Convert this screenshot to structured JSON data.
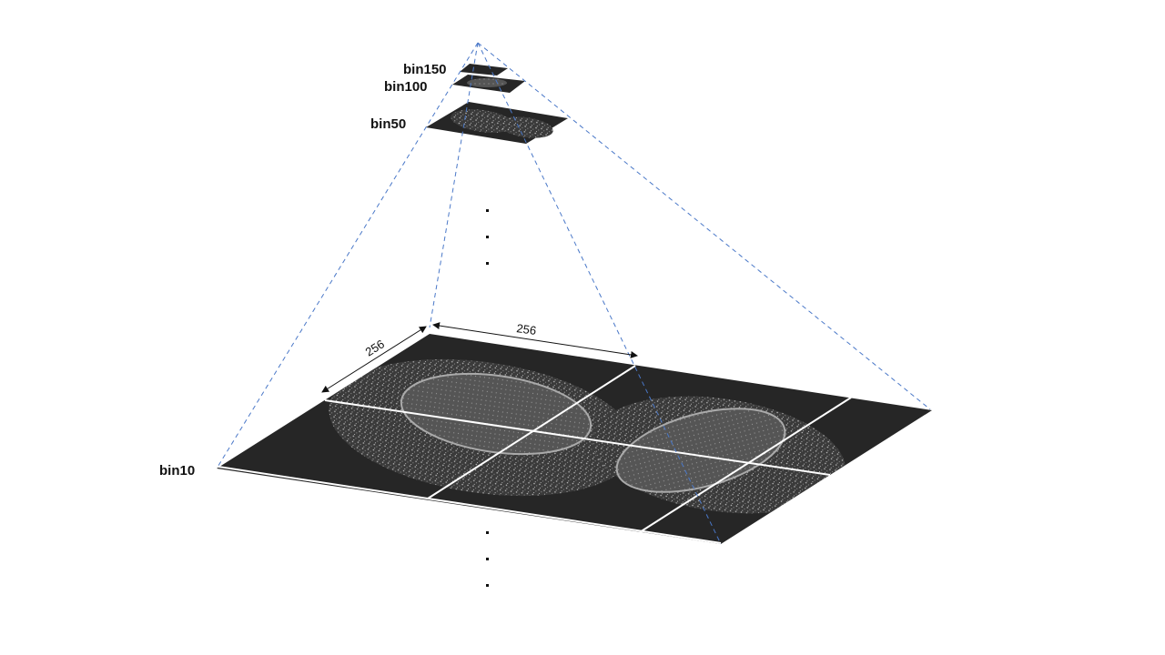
{
  "levels": [
    {
      "label": "bin150"
    },
    {
      "label": "bin100"
    },
    {
      "label": "bin50"
    },
    {
      "label": "bin10"
    }
  ],
  "tile_width": "256",
  "tile_height": "256",
  "colors": {
    "plane": "#262626",
    "dash": "#4a78c8",
    "grid": "#ffffff",
    "tissue": "#8a8a8a"
  }
}
